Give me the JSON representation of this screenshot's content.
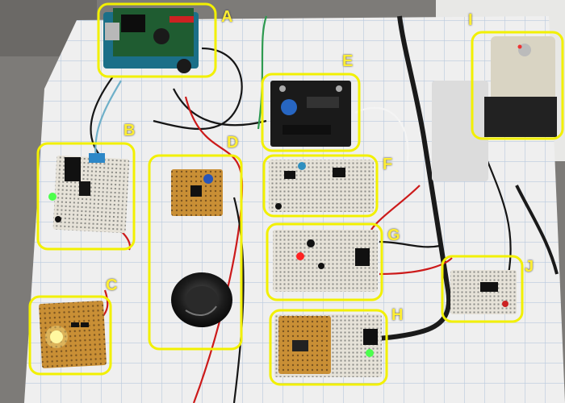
{
  "colors": {
    "annotation": "#f2f000",
    "label_text": "#ffee33",
    "grid_board": "#eeeeee",
    "grid_lines": "#b9c9dd",
    "breadboard": "#e9e5dc",
    "perfboard": "#c98f35",
    "wire_red": "#cc1a1a",
    "wire_black": "#151515"
  },
  "labels": {
    "A": "A",
    "B": "B",
    "C": "C",
    "D": "D",
    "E": "E",
    "F": "F",
    "G": "G",
    "H": "H",
    "I": "I",
    "J": "J"
  },
  "objects": [
    "microcontroller-shield",
    "breadboard-circuit",
    "led-perfboard",
    "speaker-circuit",
    "motor-driver-board",
    "breadboard-circuit",
    "breadboard-circuit",
    "perfboard-breadboard",
    "timer-relay",
    "small-breadboard-circuit"
  ]
}
